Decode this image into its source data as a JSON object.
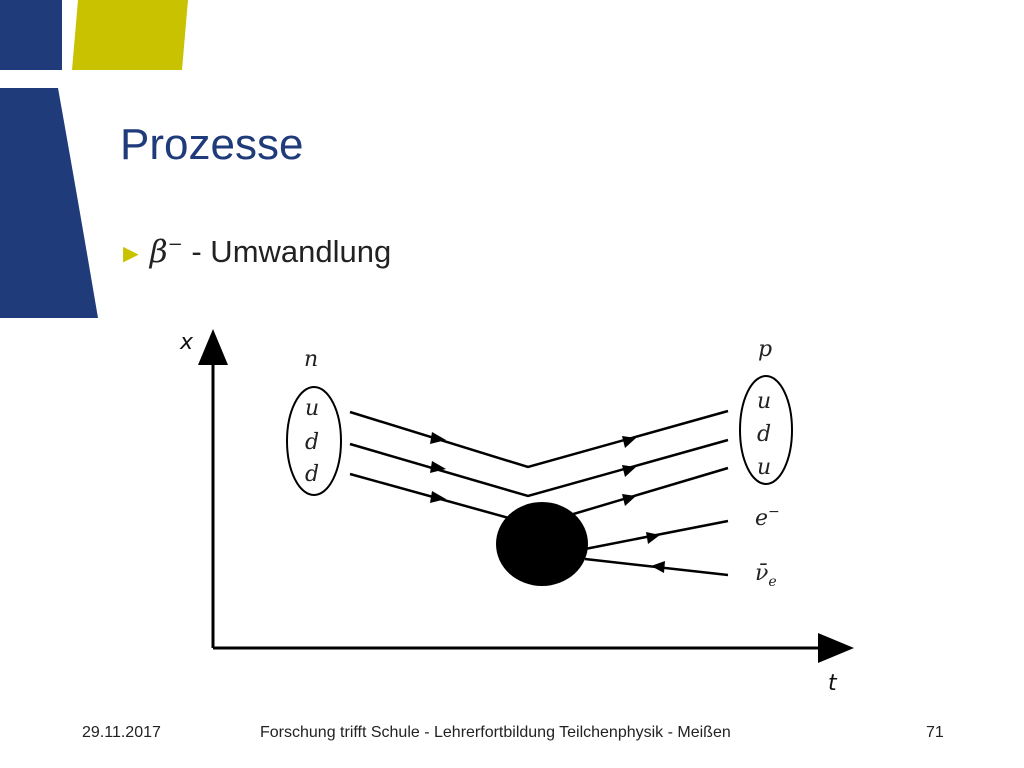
{
  "slide": {
    "title": "Prozesse",
    "bullet": {
      "symbol": "β",
      "superscript": "−",
      "text": "- Umwandlung"
    }
  },
  "diagram": {
    "axis_x_label": "x",
    "axis_t_label": "t",
    "incoming_particle": "n",
    "incoming_quarks": [
      "u",
      "d",
      "d"
    ],
    "outgoing_particle": "p",
    "outgoing_quarks": [
      "u",
      "d",
      "u"
    ],
    "electron": {
      "symbol": "e",
      "superscript": "−"
    },
    "antineutrino": {
      "symbol": "ν̄",
      "subscript": "e"
    }
  },
  "footer": {
    "date": "29.11.2017",
    "center": "Forschung trifft Schule - Lehrerfortbildung Teilchenphysik - Meißen",
    "page": "71"
  },
  "colors": {
    "navy": "#1f3b7a",
    "olive": "#c8c200"
  }
}
